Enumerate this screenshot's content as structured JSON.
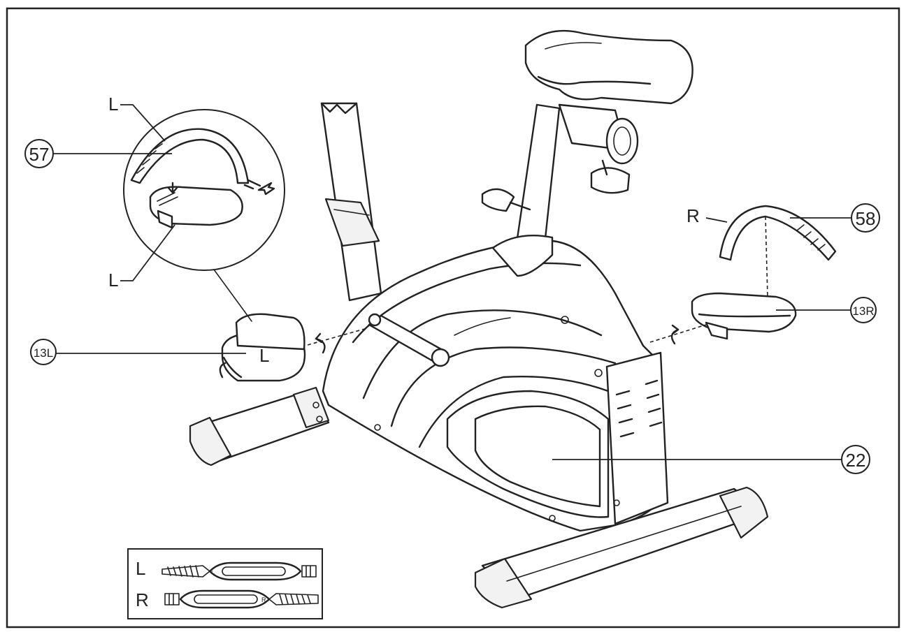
{
  "callouts": {
    "c57": "57",
    "c58": "58",
    "c13l": "13L",
    "c13r": "13R",
    "c22": "22"
  },
  "letters": {
    "strap_left_top": "L",
    "pedal_left_inset": "L",
    "pedal_left_label": "L",
    "strap_right_top": "R"
  },
  "legend": {
    "row_left": "L",
    "row_right": "R",
    "strap_left_mark": "L",
    "strap_right_mark": "R"
  }
}
